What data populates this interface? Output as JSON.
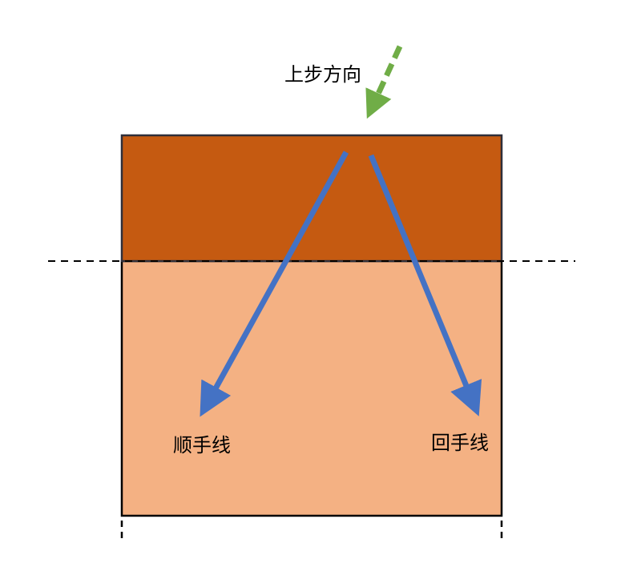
{
  "labels": {
    "previous_direction": "上步方向",
    "forward_line": "顺手线",
    "reverse_line": "回手线"
  },
  "colors": {
    "upper_region": "#c55a11",
    "lower_region": "#f4b183",
    "outline": "#000000",
    "divider": "#000000",
    "blue_arrow": "#4472c4",
    "green_arrow": "#70ad47"
  }
}
